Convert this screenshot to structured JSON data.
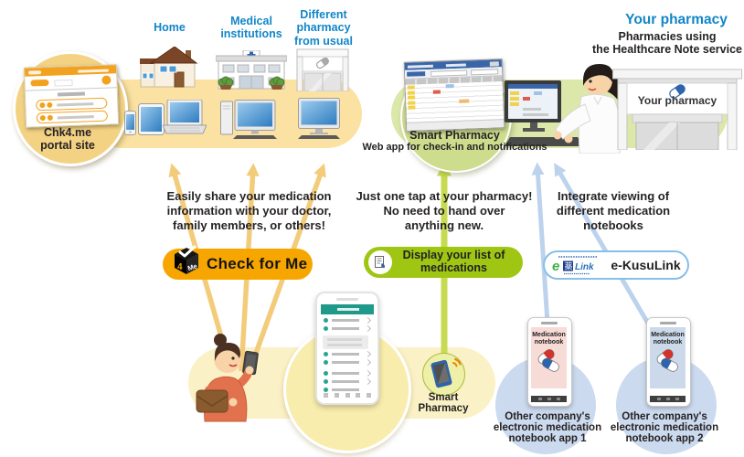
{
  "colors": {
    "accent_orange": "#F7A600",
    "accent_green": "#A0C614",
    "heading_blue": "#1186C8",
    "band_yellow": "#FBE2A2",
    "band_green": "#DCE7AA",
    "band_cream": "#FBF1C6"
  },
  "top_labels": {
    "home": "Home",
    "medical": "Medical\ninstitutions",
    "different_pharmacy": "Different\npharmacy\nfrom usual"
  },
  "portal": {
    "caption": "Chk4.me\nportal site"
  },
  "web_app": {
    "title": "Smart Pharmacy",
    "subtitle": "Web app for check-in and notifications"
  },
  "your_pharmacy": {
    "title": "Your pharmacy",
    "subtitle": "Pharmacies using\nthe Healthcare Note service",
    "sign": "Your pharmacy"
  },
  "messages": {
    "share": "Easily share your medication\ninformation with your doctor,\nfamily members, or others!",
    "one_tap": "Just one tap at your pharmacy!\nNo need to hand over\nanything new.",
    "integrate": "Integrate viewing of\ndifferent medication\nnotebooks"
  },
  "buttons": {
    "check_for_me": "Check for Me",
    "check_cube_4": "4",
    "check_cube_me": "Me",
    "display_list": "Display your list of\nmedications",
    "e_kusulink": "e-KusuLink",
    "logo_e": "e",
    "logo_kanji": "薬",
    "logo_link": "Link"
  },
  "bottom": {
    "smart_pharmacy": "Smart\nPharmacy",
    "notebook_screen": "Medication\nnotebook",
    "other_app_1": "Other company's\nelectronic medication\nnotebook app 1",
    "other_app_2": "Other company's\nelectronic medication\nnotebook app 2"
  }
}
